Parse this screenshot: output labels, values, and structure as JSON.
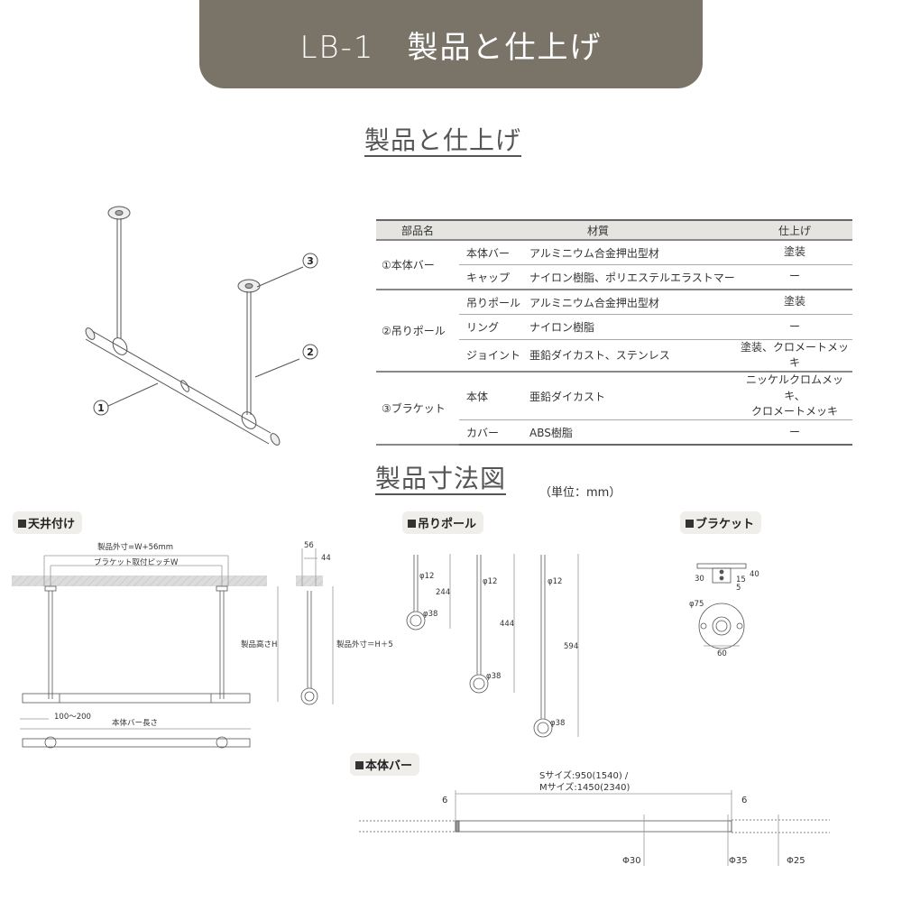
{
  "banner": {
    "title": "LB-1　製品と仕上げ",
    "bg_color": "#7a7468"
  },
  "section_finish": {
    "title": "製品と仕上げ"
  },
  "illustration": {
    "callouts": [
      "①",
      "②",
      "③"
    ]
  },
  "spec_table": {
    "headers": {
      "part_name": "部品名",
      "material": "材質",
      "finish": "仕上げ"
    },
    "groups": [
      {
        "name": "①本体バー",
        "rows": [
          {
            "part": "本体バー",
            "material": "アルミニウム合金押出型材",
            "finish": "塗装"
          },
          {
            "part": "キャップ",
            "material": "ナイロン樹脂、ポリエステルエラストマー",
            "finish": "ー"
          }
        ]
      },
      {
        "name": "②吊りポール",
        "rows": [
          {
            "part": "吊りポール",
            "material": "アルミニウム合金押出型材",
            "finish": "塗装"
          },
          {
            "part": "リング",
            "material": "ナイロン樹脂",
            "finish": "ー"
          },
          {
            "part": "ジョイント",
            "material": "亜鉛ダイカスト、ステンレス",
            "finish": "塗装、クロメートメッキ"
          }
        ]
      },
      {
        "name": "③ブラケット",
        "rows": [
          {
            "part": "本体",
            "material": "亜鉛ダイカスト",
            "finish_line1": "ニッケルクロムメッキ、",
            "finish_line2": "クロメートメッキ"
          },
          {
            "part": "カバー",
            "material": "ABS樹脂",
            "finish": "ー"
          }
        ]
      }
    ]
  },
  "section_dimensions": {
    "title": "製品寸法図",
    "unit": "（単位：mm）"
  },
  "ceiling_mount": {
    "label": "天井付け",
    "outer_width": "製品外寸=W+56mm",
    "bracket_pitch": "ブラケット取付ピッチW",
    "height": "製品高さH",
    "offset": "100〜200",
    "bar_length": "本体バー長さ",
    "side_w1": "56",
    "side_w2": "44",
    "side_height": "製品外寸＝H＋5"
  },
  "hanging_pole": {
    "label": "吊りポール",
    "poles": [
      {
        "length": "244",
        "rod_dia": "φ12",
        "ring_dia": "φ38"
      },
      {
        "length": "444",
        "rod_dia": "φ12",
        "ring_dia": "φ38"
      },
      {
        "length": "594",
        "rod_dia": "φ12",
        "ring_dia": "φ38"
      }
    ]
  },
  "bracket": {
    "label": "ブラケット",
    "h_total": "40",
    "h_body": "30",
    "hole_pitch": "15",
    "hole_offset": "5",
    "diameter": "φ75",
    "hole_span": "60"
  },
  "main_bar": {
    "label": "本体バー",
    "size_s": "Sサイズ:950(1540) /",
    "size_m": "Mサイズ:1450(2340)",
    "end_left": "6",
    "end_right": "6",
    "dia_bar": "Φ30",
    "dia_joint": "Φ35",
    "dia_inner": "Φ25"
  }
}
